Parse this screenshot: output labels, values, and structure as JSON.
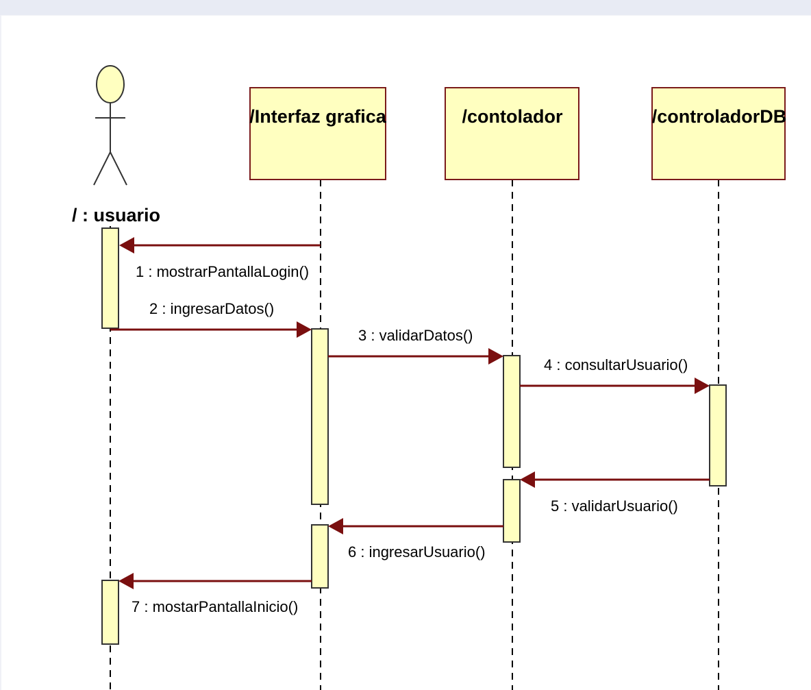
{
  "diagram": {
    "actor": {
      "name": "/ : usuario"
    },
    "lifelines": [
      {
        "id": "ui",
        "label": "/Interfaz grafica"
      },
      {
        "id": "ctrl",
        "label": "/contolador"
      },
      {
        "id": "db",
        "label": "/controladorDB"
      }
    ],
    "messages": [
      {
        "label": "1 : mostrarPantallaLogin()"
      },
      {
        "label": "2 : ingresarDatos()"
      },
      {
        "label": "3 : validarDatos()"
      },
      {
        "label": "4 : consultarUsuario()"
      },
      {
        "label": "5 : validarUsuario()"
      },
      {
        "label": "6 : ingresarUsuario()"
      },
      {
        "label": "7 : mostarPantallaInicio()"
      }
    ],
    "colors": {
      "box_fill": "#ffffc0",
      "box_border": "#7a1a1a",
      "arrow": "#7a0f0f",
      "lifeline": "#000000"
    }
  }
}
